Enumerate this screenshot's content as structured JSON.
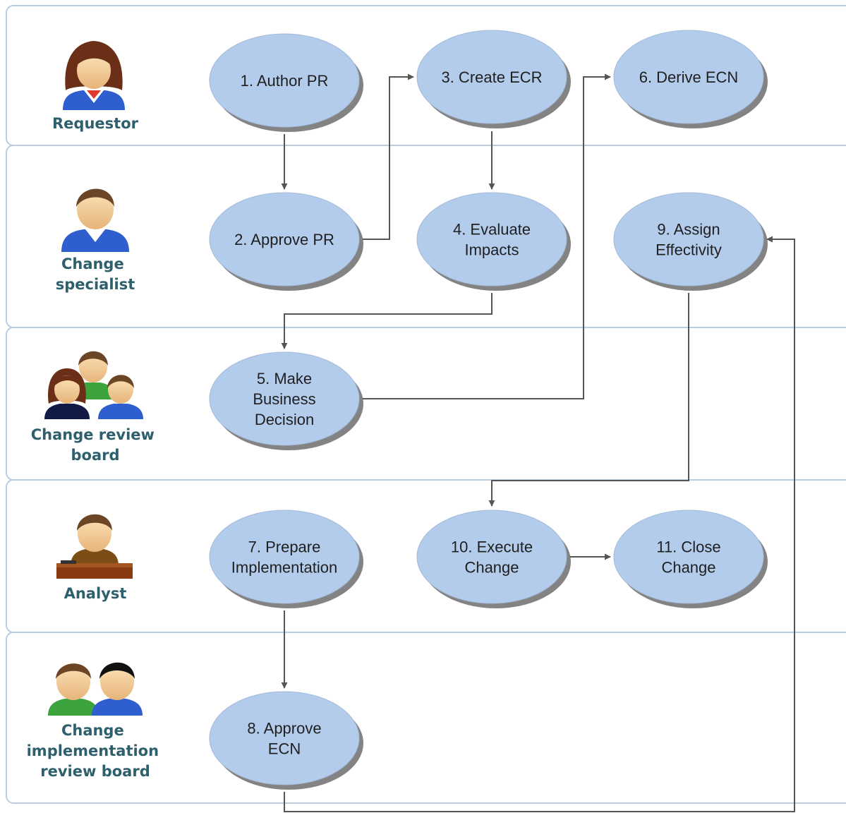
{
  "colors": {
    "node_fill": "#b3ccec",
    "lane_border": "#b9cde3",
    "lane_label": "#2e5f6c",
    "connector": "#555555"
  },
  "lanes": [
    {
      "id": "requestor",
      "label": [
        "Requestor"
      ],
      "icon": "requestor-female-icon"
    },
    {
      "id": "change-specialist",
      "label": [
        "Change",
        "specialist"
      ],
      "icon": "change-specialist-male-icon"
    },
    {
      "id": "change-review-board",
      "label": [
        "Change review",
        "board"
      ],
      "icon": "group-of-three-people-icon"
    },
    {
      "id": "analyst",
      "label": [
        "Analyst"
      ],
      "icon": "analyst-at-desk-icon"
    },
    {
      "id": "change-implementation-review-board",
      "label": [
        "Change",
        "implementation",
        "review board"
      ],
      "icon": "two-people-icon"
    }
  ],
  "nodes": [
    {
      "id": "n1",
      "lane": "requestor",
      "lines": [
        "1. Author PR"
      ]
    },
    {
      "id": "n3",
      "lane": "requestor",
      "lines": [
        "3. Create ECR"
      ]
    },
    {
      "id": "n6",
      "lane": "requestor",
      "lines": [
        "6. Derive ECN"
      ]
    },
    {
      "id": "n2",
      "lane": "change-specialist",
      "lines": [
        "2. Approve PR"
      ]
    },
    {
      "id": "n4",
      "lane": "change-specialist",
      "lines": [
        "4. Evaluate",
        "Impacts"
      ]
    },
    {
      "id": "n9",
      "lane": "change-specialist",
      "lines": [
        "9. Assign",
        "Effectivity"
      ]
    },
    {
      "id": "n5",
      "lane": "change-review-board",
      "lines": [
        "5. Make",
        "Business",
        "Decision"
      ]
    },
    {
      "id": "n7",
      "lane": "analyst",
      "lines": [
        "7. Prepare",
        "Implementation"
      ]
    },
    {
      "id": "n10",
      "lane": "analyst",
      "lines": [
        "10. Execute",
        "Change"
      ]
    },
    {
      "id": "n11",
      "lane": "analyst",
      "lines": [
        "11. Close",
        "Change"
      ]
    },
    {
      "id": "n8",
      "lane": "change-implementation-review-board",
      "lines": [
        "8. Approve",
        "ECN"
      ]
    }
  ],
  "edges": [
    {
      "from": "n1",
      "to": "n2"
    },
    {
      "from": "n2",
      "to": "n3"
    },
    {
      "from": "n3",
      "to": "n4"
    },
    {
      "from": "n4",
      "to": "n5"
    },
    {
      "from": "n5",
      "to": "n6"
    },
    {
      "from": "n7",
      "to": "n8"
    },
    {
      "from": "n8",
      "to": "n9"
    },
    {
      "from": "n9",
      "to": "n10"
    },
    {
      "from": "n10",
      "to": "n11"
    }
  ]
}
